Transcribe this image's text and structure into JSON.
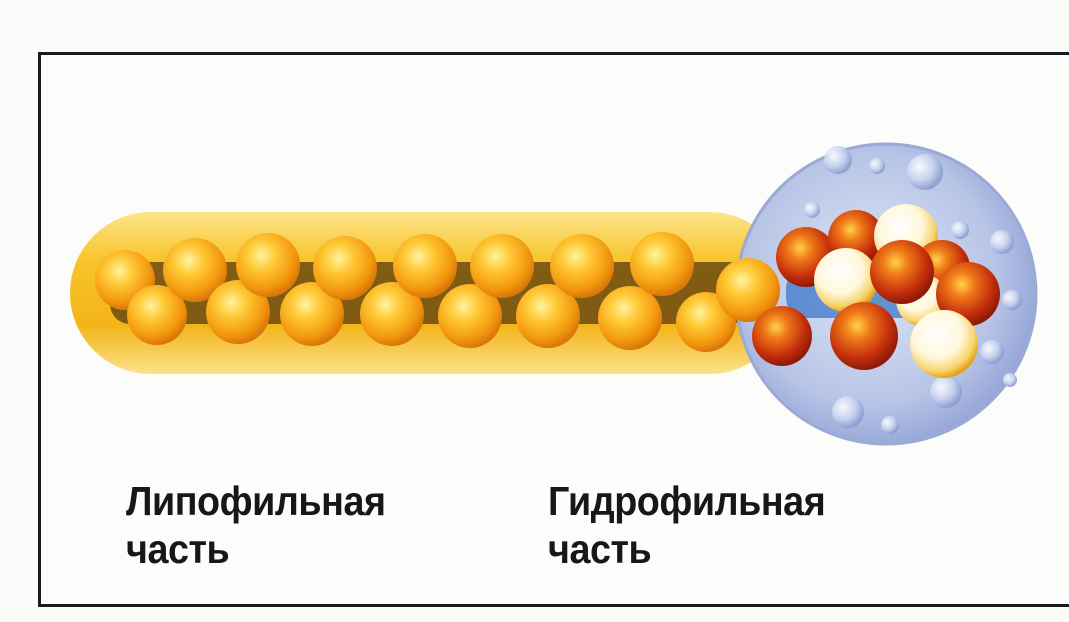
{
  "labels": {
    "lipophilic": {
      "line1": "Липофильная",
      "line2": "часть"
    },
    "hydrophilic": {
      "line1": "Гидрофильная",
      "line2": "часть"
    }
  },
  "colors": {
    "tail_glow": "#f6c21a",
    "tail_bead": "#f4a512",
    "tail_core": "#6b4a10",
    "head_sphere": "#b9c6e6",
    "head_atom_red": "#c9320e",
    "head_atom_white": "#fff6d8",
    "frame_border": "#1b1b1b",
    "text": "#171717"
  }
}
